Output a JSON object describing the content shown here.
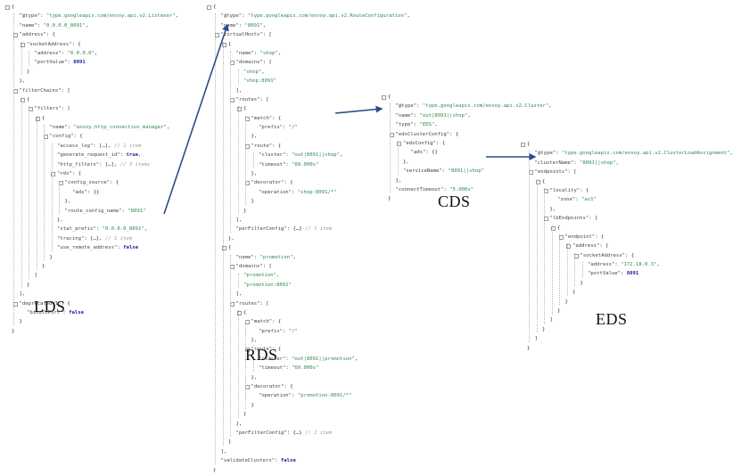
{
  "labels": {
    "lds": "LDS",
    "rds": "RDS",
    "cds": "CDS",
    "eds": "EDS"
  },
  "colors": {
    "arrow": "#2a4d8a",
    "string": "#2e8b4e",
    "number": "#1c1c9c",
    "comment": "#9a9a9a"
  },
  "lds": [
    [
      [
        0,
        "{"
      ]
    ],
    [
      [
        1,
        "k",
        "\"@type\""
      ],
      [
        1,
        "p",
        ": "
      ],
      [
        1,
        "s",
        "\"type.googleapis.com/envoy.api.v2.Listener\""
      ],
      [
        1,
        "p",
        ","
      ]
    ],
    [
      [
        1,
        "k",
        "\"name\""
      ],
      [
        1,
        "p",
        ": "
      ],
      [
        1,
        "s",
        "\"0.0.0.0_8091\""
      ],
      [
        1,
        "p",
        ","
      ]
    ],
    [
      [
        1,
        "k",
        "\"address\""
      ],
      [
        1,
        "p",
        ": {"
      ]
    ],
    [
      [
        2,
        "k",
        "\"socketAddress\""
      ],
      [
        2,
        "p",
        ": {"
      ]
    ],
    [
      [
        3,
        "k",
        "\"address\""
      ],
      [
        3,
        "p",
        ": "
      ],
      [
        3,
        "s",
        "\"0.0.0.0\""
      ],
      [
        3,
        "p",
        ","
      ]
    ],
    [
      [
        3,
        "k",
        "\"portValue\""
      ],
      [
        3,
        "p",
        ": "
      ],
      [
        3,
        "n",
        "8091"
      ]
    ],
    [
      [
        2,
        "p",
        "}"
      ]
    ],
    [
      [
        1,
        "p",
        "},"
      ]
    ],
    [
      [
        1,
        "k",
        "\"filterChains\""
      ],
      [
        1,
        "p",
        ": ["
      ]
    ],
    [
      [
        2,
        "p",
        "{"
      ]
    ],
    [
      [
        3,
        "k",
        "\"filters\""
      ],
      [
        3,
        "p",
        ": ["
      ]
    ],
    [
      [
        4,
        "p",
        "{"
      ]
    ],
    [
      [
        5,
        "k",
        "\"name\""
      ],
      [
        5,
        "p",
        ": "
      ],
      [
        5,
        "s",
        "\"envoy.http_connection_manager\""
      ],
      [
        5,
        "p",
        ","
      ]
    ],
    [
      [
        5,
        "k",
        "\"config\""
      ],
      [
        5,
        "p",
        ": {"
      ]
    ],
    [
      [
        6,
        "k",
        "\"access_log\""
      ],
      [
        6,
        "p",
        ": […], "
      ],
      [
        6,
        "c",
        "// 1 item"
      ]
    ],
    [
      [
        6,
        "k",
        "\"generate_request_id\""
      ],
      [
        6,
        "p",
        ": "
      ],
      [
        6,
        "b",
        "true"
      ],
      [
        6,
        "p",
        ","
      ]
    ],
    [
      [
        6,
        "k",
        "\"http_filters\""
      ],
      [
        6,
        "p",
        ": […], "
      ],
      [
        6,
        "c",
        "// 3 items"
      ]
    ],
    [
      [
        6,
        "k",
        "\"rds\""
      ],
      [
        6,
        "p",
        ": {"
      ]
    ],
    [
      [
        7,
        "k",
        "\"config_source\""
      ],
      [
        7,
        "p",
        ": {"
      ]
    ],
    [
      [
        8,
        "k",
        "\"ads\""
      ],
      [
        8,
        "p",
        ": {}"
      ]
    ],
    [
      [
        7,
        "p",
        "},"
      ]
    ],
    [
      [
        7,
        "k",
        "\"route_config_name\""
      ],
      [
        7,
        "p",
        ": "
      ],
      [
        7,
        "s",
        "\"8091\""
      ]
    ],
    [
      [
        6,
        "p",
        "},"
      ]
    ],
    [
      [
        6,
        "k",
        "\"stat_prefix\""
      ],
      [
        6,
        "p",
        ": "
      ],
      [
        6,
        "s",
        "\"0.0.0.0_8091\""
      ],
      [
        6,
        "p",
        ","
      ]
    ],
    [
      [
        6,
        "k",
        "\"tracing\""
      ],
      [
        6,
        "p",
        ": {…}, "
      ],
      [
        6,
        "c",
        "// 1 item"
      ]
    ],
    [
      [
        6,
        "k",
        "\"use_remote_address\""
      ],
      [
        6,
        "p",
        ": "
      ],
      [
        6,
        "b",
        "false"
      ]
    ],
    [
      [
        5,
        "p",
        "}"
      ]
    ],
    [
      [
        4,
        "p",
        "}"
      ]
    ],
    [
      [
        3,
        "p",
        "]"
      ]
    ],
    [
      [
        2,
        "p",
        "}"
      ]
    ],
    [
      [
        1,
        "p",
        "],"
      ]
    ],
    [
      [
        1,
        "k",
        "\"deprecatedV1\""
      ],
      [
        1,
        "p",
        ": {"
      ]
    ],
    [
      [
        2,
        "k",
        "\"bindToPort\""
      ],
      [
        2,
        "p",
        ": "
      ],
      [
        2,
        "b",
        "false"
      ]
    ],
    [
      [
        1,
        "p",
        "}"
      ]
    ],
    [
      [
        0,
        "}"
      ]
    ]
  ],
  "rds": [
    [
      [
        0,
        "{"
      ]
    ],
    [
      [
        1,
        "k",
        "\"@type\""
      ],
      [
        1,
        "p",
        ": "
      ],
      [
        1,
        "s",
        "\"type.googleapis.com/envoy.api.v2.RouteConfiguration\""
      ],
      [
        1,
        "p",
        ","
      ]
    ],
    [
      [
        1,
        "k",
        "\"name\""
      ],
      [
        1,
        "p",
        ": "
      ],
      [
        1,
        "s",
        "\"8091\""
      ],
      [
        1,
        "p",
        ","
      ]
    ],
    [
      [
        1,
        "k",
        "\"virtualHosts\""
      ],
      [
        1,
        "p",
        ": ["
      ]
    ],
    [
      [
        2,
        "p",
        "{"
      ]
    ],
    [
      [
        3,
        "k",
        "\"name\""
      ],
      [
        3,
        "p",
        ": "
      ],
      [
        3,
        "s",
        "\"shop\""
      ],
      [
        3,
        "p",
        ","
      ]
    ],
    [
      [
        3,
        "k",
        "\"domains\""
      ],
      [
        3,
        "p",
        ": ["
      ]
    ],
    [
      [
        4,
        "s",
        "\"shop\""
      ],
      [
        4,
        "p",
        ","
      ]
    ],
    [
      [
        4,
        "s",
        "\"shop:8091\""
      ]
    ],
    [
      [
        3,
        "p",
        "],"
      ]
    ],
    [
      [
        3,
        "k",
        "\"routes\""
      ],
      [
        3,
        "p",
        ": ["
      ]
    ],
    [
      [
        4,
        "p",
        "{"
      ]
    ],
    [
      [
        5,
        "k",
        "\"match\""
      ],
      [
        5,
        "p",
        ": {"
      ]
    ],
    [
      [
        6,
        "k",
        "\"prefix\""
      ],
      [
        6,
        "p",
        ": "
      ],
      [
        6,
        "s",
        "\"/\""
      ]
    ],
    [
      [
        5,
        "p",
        "},"
      ]
    ],
    [
      [
        5,
        "k",
        "\"route\""
      ],
      [
        5,
        "p",
        ": {"
      ]
    ],
    [
      [
        6,
        "k",
        "\"cluster\""
      ],
      [
        6,
        "p",
        ": "
      ],
      [
        6,
        "s",
        "\"out|8091||shop\""
      ],
      [
        6,
        "p",
        ","
      ]
    ],
    [
      [
        6,
        "k",
        "\"timeout\""
      ],
      [
        6,
        "p",
        ": "
      ],
      [
        6,
        "s",
        "\"60.000s\""
      ]
    ],
    [
      [
        5,
        "p",
        "},"
      ]
    ],
    [
      [
        5,
        "k",
        "\"decorator\""
      ],
      [
        5,
        "p",
        ": {"
      ]
    ],
    [
      [
        6,
        "k",
        "\"operation\""
      ],
      [
        6,
        "p",
        ": "
      ],
      [
        6,
        "s",
        "\"shop:8091/*\""
      ]
    ],
    [
      [
        5,
        "p",
        "}"
      ]
    ],
    [
      [
        4,
        "p",
        "}"
      ]
    ],
    [
      [
        3,
        "p",
        "],"
      ]
    ],
    [
      [
        3,
        "k",
        "\"perFilterConfig\""
      ],
      [
        3,
        "p",
        ": {…} "
      ],
      [
        3,
        "c",
        "// 1 item"
      ]
    ],
    [
      [
        2,
        "p",
        "},"
      ]
    ],
    [
      [
        2,
        "p",
        "{"
      ]
    ],
    [
      [
        3,
        "k",
        "\"name\""
      ],
      [
        3,
        "p",
        ": "
      ],
      [
        3,
        "s",
        "\"promotion\""
      ],
      [
        3,
        "p",
        ","
      ]
    ],
    [
      [
        3,
        "k",
        "\"domains\""
      ],
      [
        3,
        "p",
        ": ["
      ]
    ],
    [
      [
        4,
        "s",
        "\"promotion\""
      ],
      [
        4,
        "p",
        ","
      ]
    ],
    [
      [
        4,
        "s",
        "\"promotion:8091\""
      ]
    ],
    [
      [
        3,
        "p",
        "],"
      ]
    ],
    [
      [
        3,
        "k",
        "\"routes\""
      ],
      [
        3,
        "p",
        ": ["
      ]
    ],
    [
      [
        4,
        "p",
        "{"
      ]
    ],
    [
      [
        5,
        "k",
        "\"match\""
      ],
      [
        5,
        "p",
        ": {"
      ]
    ],
    [
      [
        6,
        "k",
        "\"prefix\""
      ],
      [
        6,
        "p",
        ": "
      ],
      [
        6,
        "s",
        "\"/\""
      ]
    ],
    [
      [
        5,
        "p",
        "},"
      ]
    ],
    [
      [
        5,
        "k",
        "\"route\""
      ],
      [
        5,
        "p",
        ": {"
      ]
    ],
    [
      [
        6,
        "k",
        "\"cluster\""
      ],
      [
        6,
        "p",
        ": "
      ],
      [
        6,
        "s",
        "\"out|8091||promotion\""
      ],
      [
        6,
        "p",
        ","
      ]
    ],
    [
      [
        6,
        "k",
        "\"timeout\""
      ],
      [
        6,
        "p",
        ": "
      ],
      [
        6,
        "s",
        "\"60.000s\""
      ]
    ],
    [
      [
        5,
        "p",
        "},"
      ]
    ],
    [
      [
        5,
        "k",
        "\"decorator\""
      ],
      [
        5,
        "p",
        ": {"
      ]
    ],
    [
      [
        6,
        "k",
        "\"operation\""
      ],
      [
        6,
        "p",
        ": "
      ],
      [
        6,
        "s",
        "\"promotion:8091/*\""
      ]
    ],
    [
      [
        5,
        "p",
        "}"
      ]
    ],
    [
      [
        4,
        "p",
        "}"
      ]
    ],
    [
      [
        3,
        "p",
        "],"
      ]
    ],
    [
      [
        3,
        "k",
        "\"perFilterConfig\""
      ],
      [
        3,
        "p",
        ": {…} "
      ],
      [
        3,
        "c",
        "// 1 item"
      ]
    ],
    [
      [
        2,
        "p",
        "}"
      ]
    ],
    [
      [
        1,
        "p",
        "],"
      ]
    ],
    [
      [
        1,
        "k",
        "\"validateClusters\""
      ],
      [
        1,
        "p",
        ": "
      ],
      [
        1,
        "b",
        "false"
      ]
    ],
    [
      [
        0,
        "}"
      ]
    ]
  ],
  "cds": [
    [
      [
        0,
        "{"
      ]
    ],
    [
      [
        1,
        "k",
        "\"@type\""
      ],
      [
        1,
        "p",
        ": "
      ],
      [
        1,
        "s",
        "\"type.googleapis.com/envoy.api.v2.Cluster\""
      ],
      [
        1,
        "p",
        ","
      ]
    ],
    [
      [
        1,
        "k",
        "\"name\""
      ],
      [
        1,
        "p",
        ": "
      ],
      [
        1,
        "s",
        "\"out|8091||shop\""
      ],
      [
        1,
        "p",
        ","
      ]
    ],
    [
      [
        1,
        "k",
        "\"type\""
      ],
      [
        1,
        "p",
        ": "
      ],
      [
        1,
        "s",
        "\"EDS\""
      ],
      [
        1,
        "p",
        ","
      ]
    ],
    [
      [
        1,
        "k",
        "\"edsClusterConfig\""
      ],
      [
        1,
        "p",
        ": {"
      ]
    ],
    [
      [
        2,
        "k",
        "\"edsConfig\""
      ],
      [
        2,
        "p",
        ": {"
      ]
    ],
    [
      [
        3,
        "k",
        "\"ads\""
      ],
      [
        3,
        "p",
        ": {}"
      ]
    ],
    [
      [
        2,
        "p",
        "},"
      ]
    ],
    [
      [
        2,
        "k",
        "\"serviceName\""
      ],
      [
        2,
        "p",
        ": "
      ],
      [
        2,
        "s",
        "\"8091||shop\""
      ]
    ],
    [
      [
        1,
        "p",
        "},"
      ]
    ],
    [
      [
        1,
        "k",
        "\"connectTimeout\""
      ],
      [
        1,
        "p",
        ": "
      ],
      [
        1,
        "s",
        "\"5.000s\""
      ]
    ],
    [
      [
        0,
        "}"
      ]
    ]
  ],
  "eds": [
    [
      [
        0,
        "{"
      ]
    ],
    [
      [
        1,
        "k",
        "\"@type\""
      ],
      [
        1,
        "p",
        ": "
      ],
      [
        1,
        "s",
        "\"type.googleapis.com/envoy.api.v2.ClusterLoadAssignment\""
      ],
      [
        1,
        "p",
        ","
      ]
    ],
    [
      [
        1,
        "k",
        "\"clusterName\""
      ],
      [
        1,
        "p",
        ": "
      ],
      [
        1,
        "s",
        "\"8091||shop\""
      ],
      [
        1,
        "p",
        ","
      ]
    ],
    [
      [
        1,
        "k",
        "\"endpoints\""
      ],
      [
        1,
        "p",
        ": ["
      ]
    ],
    [
      [
        2,
        "p",
        "{"
      ]
    ],
    [
      [
        3,
        "k",
        "\"locality\""
      ],
      [
        3,
        "p",
        ": {"
      ]
    ],
    [
      [
        4,
        "k",
        "\"zone\""
      ],
      [
        4,
        "p",
        ": "
      ],
      [
        4,
        "s",
        "\"az1\""
      ]
    ],
    [
      [
        3,
        "p",
        "},"
      ]
    ],
    [
      [
        3,
        "k",
        "\"lbEndpoints\""
      ],
      [
        3,
        "p",
        ": ["
      ]
    ],
    [
      [
        4,
        "p",
        "{"
      ]
    ],
    [
      [
        5,
        "k",
        "\"endpoint\""
      ],
      [
        5,
        "p",
        ": {"
      ]
    ],
    [
      [
        6,
        "k",
        "\"address\""
      ],
      [
        6,
        "p",
        ": {"
      ]
    ],
    [
      [
        7,
        "k",
        "\"socketAddress\""
      ],
      [
        7,
        "p",
        ": {"
      ]
    ],
    [
      [
        8,
        "k",
        "\"address\""
      ],
      [
        8,
        "p",
        ": "
      ],
      [
        8,
        "s",
        "\"172.18.0.3\""
      ],
      [
        8,
        "p",
        ","
      ]
    ],
    [
      [
        8,
        "k",
        "\"portValue\""
      ],
      [
        8,
        "p",
        ": "
      ],
      [
        8,
        "n",
        "8091"
      ]
    ],
    [
      [
        7,
        "p",
        "}"
      ]
    ],
    [
      [
        6,
        "p",
        "}"
      ]
    ],
    [
      [
        5,
        "p",
        "}"
      ]
    ],
    [
      [
        4,
        "p",
        "}"
      ]
    ],
    [
      [
        3,
        "p",
        "]"
      ]
    ],
    [
      [
        2,
        "p",
        "}"
      ]
    ],
    [
      [
        1,
        "p",
        "]"
      ]
    ],
    [
      [
        0,
        "}"
      ]
    ]
  ]
}
